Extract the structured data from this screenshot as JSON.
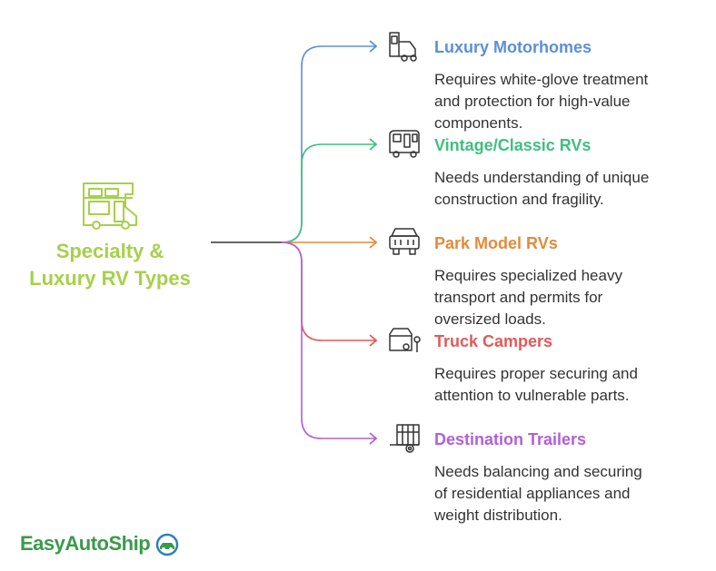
{
  "central": {
    "title_lines": [
      "Specialty &",
      "Luxury RV Types"
    ],
    "color": "#a6d04a",
    "icon": "rv-motorhome-icon"
  },
  "items": [
    {
      "title": "Luxury Motorhomes",
      "color": "#5b8fd8",
      "icon": "motorhome-truck-icon",
      "desc_lines": [
        "Requires white-glove treatment",
        "and protection for high-value",
        "components."
      ]
    },
    {
      "title": "Vintage/Classic RVs",
      "color": "#3fbf7f",
      "icon": "vintage-van-icon",
      "desc_lines": [
        "Needs understanding of unique",
        "construction and fragility."
      ]
    },
    {
      "title": "Park Model RVs",
      "color": "#e38a3b",
      "icon": "heavy-vehicle-icon",
      "desc_lines": [
        "Requires specialized heavy",
        "transport and permits for",
        "oversized loads."
      ]
    },
    {
      "title": "Truck Campers",
      "color": "#e05a5a",
      "icon": "truck-camper-icon",
      "desc_lines": [
        "Requires proper securing and",
        "attention to vulnerable parts."
      ]
    },
    {
      "title": "Destination Trailers",
      "color": "#b25fd6",
      "icon": "trailer-icon",
      "desc_lines": [
        "Needs balancing and securing",
        "of residential appliances and",
        "weight distribution."
      ]
    }
  ],
  "logo": {
    "text_easy": "Easy",
    "text_auto": "Auto",
    "text_ship": "Ship",
    "color": "#3a9a4a",
    "icon": "car-globe-icon"
  }
}
